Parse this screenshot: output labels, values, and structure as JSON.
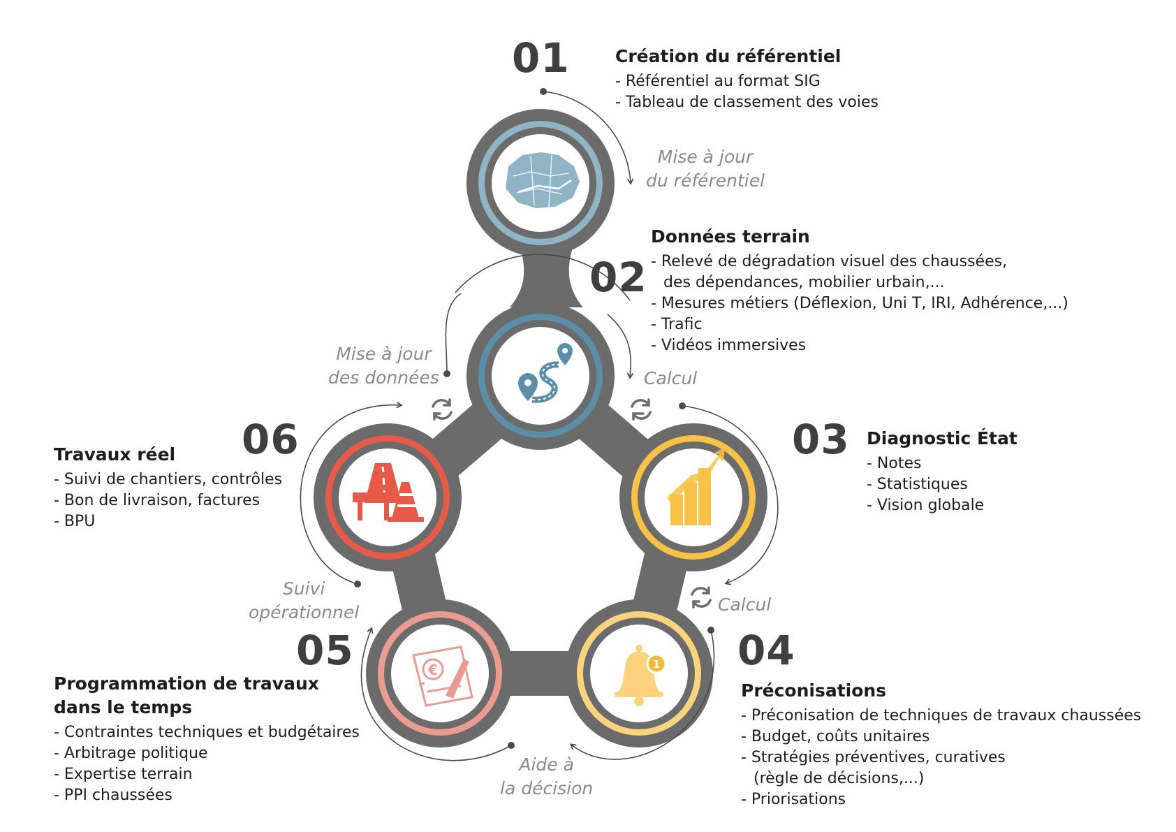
{
  "steps": [
    {
      "num": "01",
      "title": "Création du référentiel",
      "items": [
        "- Référentiel au format SIG",
        "- Tableau de classement des voies"
      ],
      "color": "#8fb4c6",
      "icon": "city-map-icon"
    },
    {
      "num": "02",
      "title": "Données terrain",
      "items": [
        "- Relevé de dégradation visuel des chaussées,",
        "des dépendances, mobilier urbain,...",
        "- Mesures métiers (Déflexion, Uni T, IRI, Adhérence,...)",
        "- Trafic",
        "- Vidéos immersives"
      ],
      "color": "#5b8fa8",
      "icon": "route-map-icon"
    },
    {
      "num": "03",
      "title": "Diagnostic État",
      "items": [
        "- Notes",
        "- Statistiques",
        "- Vision globale"
      ],
      "color": "#f7c245",
      "icon": "growth-chart-icon"
    },
    {
      "num": "04",
      "title": "Préconisations",
      "items": [
        "- Préconisation de techniques de travaux chaussées",
        "- Budget, coûts unitaires",
        "- Stratégies préventives, curatives",
        "(règle de décisions,...)",
        "- Priorisations"
      ],
      "color": "#fbd37e",
      "icon": "notification-bell-icon"
    },
    {
      "num": "05",
      "title_lines": [
        "Programmation de travaux",
        "dans le temps"
      ],
      "items": [
        "- Contraintes techniques et budgétaires",
        "- Arbitrage politique",
        "- Expertise terrain",
        "- PPI chaussées"
      ],
      "color": "#eb9c92",
      "icon": "invoice-icon"
    },
    {
      "num": "06",
      "title": "Travaux réel",
      "items": [
        "- Suivi de chantiers, contrôles",
        "- Bon de livraison, factures",
        "- BPU"
      ],
      "color": "#e65a47",
      "icon": "roadwork-icon"
    }
  ],
  "flow_labels": {
    "update_ref": [
      "Mise à jour",
      "du référentiel"
    ],
    "update_data": [
      "Mise à jour",
      "des données"
    ],
    "calc_1": "Calcul",
    "calc_2": "Calcul",
    "decision": [
      "Aide à",
      "la décision"
    ],
    "followup": [
      "Suivi",
      "opérationnel"
    ]
  },
  "colors": {
    "ring": "#6b6b6b",
    "text": "#1d1d1b",
    "label": "#8a8a8a"
  }
}
